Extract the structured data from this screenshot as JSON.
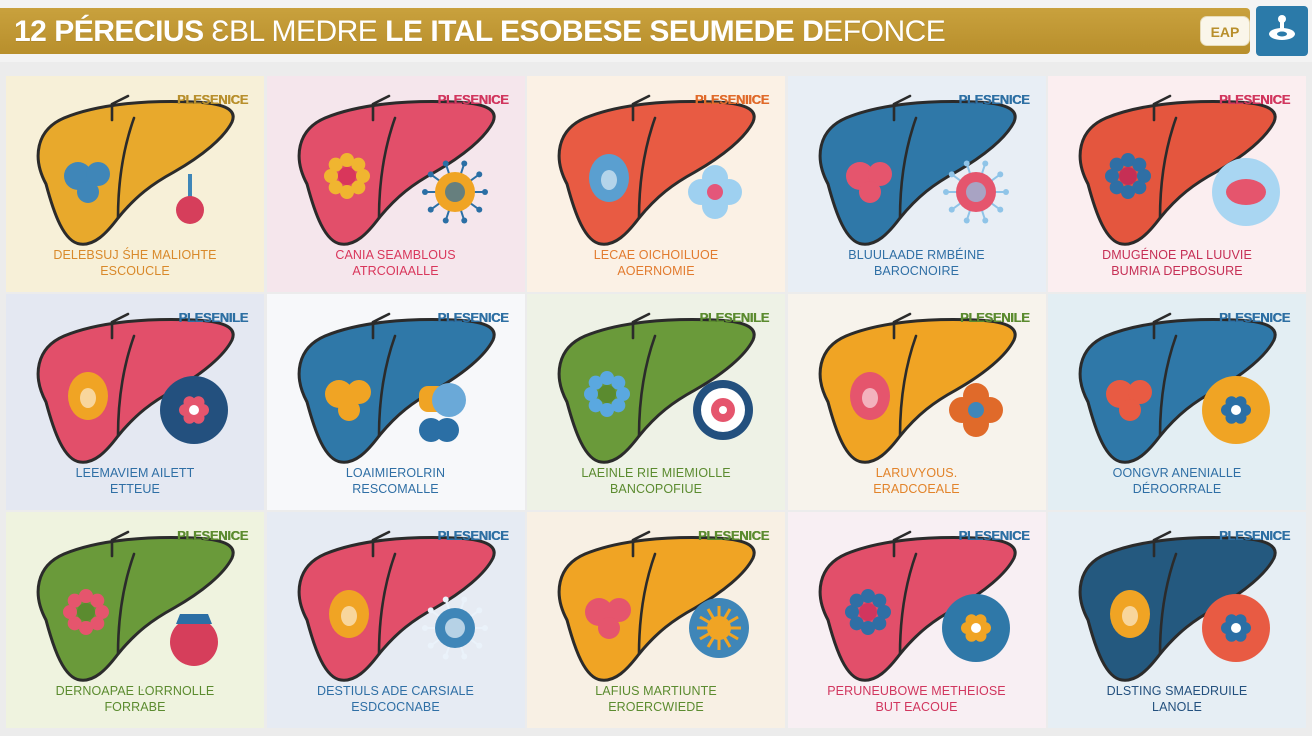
{
  "header": {
    "title_bold_1": "12 PÉRECIUS",
    "title_light_1": "ƐBL MEDRE",
    "title_bold_2": "LE ITAL ESOBESE SEUMEDE D",
    "title_light_2": "EFONCE",
    "badge_label": "EAP",
    "corner_icon": "pacifier-icon"
  },
  "cards": [
    {
      "tag": "PLESENICE",
      "line1": "DELEBSUJ ŚHE MALIOHTE",
      "line2": "ESCOUCLE",
      "bg": "#f7f0d8",
      "liver": "#e8a92c",
      "accent": "#d9892a",
      "tagcolor": "#b88f2c",
      "feature": "#3f86b8",
      "side": "balloon",
      "sidecolor": "#d63e5b",
      "sidecolor2": "#3f86b8"
    },
    {
      "tag": "PLESENICE",
      "line1": "CANIA SEAMBLOUS",
      "line2": "ATRCOIAALLE",
      "bg": "#f5e6ec",
      "liver": "#e24f6a",
      "accent": "#d9365b",
      "tagcolor": "#d1365e",
      "feature": "#f0b530",
      "side": "virus",
      "sidecolor": "#f0a424",
      "sidecolor2": "#2b6fa5"
    },
    {
      "tag": "PLESENIICE",
      "line1": "LECAE OICHOILUOE",
      "line2": "AOERNOMIE",
      "bg": "#fbf1e5",
      "liver": "#e85b43",
      "accent": "#e27b2e",
      "tagcolor": "#e06a2a",
      "feature": "#5a9fd0",
      "side": "flower",
      "sidecolor": "#e4567a",
      "sidecolor2": "#9ed0f0"
    },
    {
      "tag": "PLESENICE",
      "line1": "BLUULAADE RMBÉINE",
      "line2": "BAROCNOIRE",
      "bg": "#e8eef5",
      "liver": "#2f78a8",
      "accent": "#2f6fa5",
      "tagcolor": "#2d6fa3",
      "feature": "#e5556d",
      "side": "virus",
      "sidecolor": "#e5556d",
      "sidecolor2": "#8fc4e8"
    },
    {
      "tag": "PLESENICE",
      "line1": "DMUGÉNOE PAL LUUVIE",
      "line2": "BUMRIA DEPBOSURE",
      "bg": "#fbeef0",
      "liver": "#e4563e",
      "accent": "#c62f55",
      "tagcolor": "#d1365e",
      "feature": "#2f6fa5",
      "side": "cell",
      "sidecolor": "#a9d6f2",
      "sidecolor2": "#e5556d"
    },
    {
      "tag": "PLESENILE",
      "line1": "LEEMAVIEM AILETT",
      "line2": "ETTEUE",
      "bg": "#e4e8f2",
      "liver": "#e24f6a",
      "accent": "#2f6fa5",
      "tagcolor": "#2d6fa3",
      "feature": "#f0a424",
      "side": "disc",
      "sidecolor": "#23507e",
      "sidecolor2": "#e5556d"
    },
    {
      "tag": "PLESENICE",
      "line1": "LOAIMIEROLRIN",
      "line2": "RESCOMALLE",
      "bg": "#f7f8fa",
      "liver": "#2f78a8",
      "accent": "#2f6fa5",
      "tagcolor": "#2d6fa3",
      "feature": "#f0a424",
      "side": "pebbles",
      "sidecolor": "#f0a424",
      "sidecolor2": "#2b6fa5"
    },
    {
      "tag": "PLESENILE",
      "line1": "LAEINLE RIE MIEMIOLLE",
      "line2": "BANCOPOFIUE",
      "bg": "#eef2e6",
      "liver": "#6a9a3a",
      "accent": "#5b8b2f",
      "tagcolor": "#5b8b2f",
      "feature": "#5aa8e0",
      "side": "target",
      "sidecolor": "#23507e",
      "sidecolor2": "#e5556d"
    },
    {
      "tag": "PLESENILE",
      "line1": "LARUVYOUS.",
      "line2": "ERADCOEALE",
      "bg": "#f7f3ec",
      "liver": "#f0a424",
      "accent": "#e2832a",
      "tagcolor": "#5b8b2f",
      "feature": "#e5556d",
      "side": "flower",
      "sidecolor": "#3f86b8",
      "sidecolor2": "#e06a2a"
    },
    {
      "tag": "PLESENICE",
      "line1": "OONGVR ANENIALLE",
      "line2": "DÉROORRALE",
      "bg": "#e3eef3",
      "liver": "#2f78a8",
      "accent": "#2f6fa5",
      "tagcolor": "#2d6fa3",
      "feature": "#e85b43",
      "side": "disc",
      "sidecolor": "#f0a424",
      "sidecolor2": "#2b6fa5"
    },
    {
      "tag": "PLESENICE",
      "line1": "DERNOAPAE ĿORRNOLLE",
      "line2": "FORRABE",
      "bg": "#eff3df",
      "liver": "#6a9a3a",
      "accent": "#5b8b2f",
      "tagcolor": "#5b8b2f",
      "feature": "#e5556d",
      "side": "ball",
      "sidecolor": "#d63e5b",
      "sidecolor2": "#2b6fa5"
    },
    {
      "tag": "PLESENICE",
      "line1": "DESTIULS ADE CARSIALE",
      "line2": "ESDCOCNABE",
      "bg": "#e6ebf3",
      "liver": "#e24f6a",
      "accent": "#2f6fa5",
      "tagcolor": "#2d6fa3",
      "feature": "#f0a424",
      "side": "virus",
      "sidecolor": "#3f86b8",
      "sidecolor2": "#eaf2fa"
    },
    {
      "tag": "PLESENICE",
      "line1": "LAFIUS MARTIUNTE",
      "line2": "EROERCWIEDE",
      "bg": "#f8f0e4",
      "liver": "#f0a424",
      "accent": "#5b8b2f",
      "tagcolor": "#5b8b2f",
      "feature": "#e5556d",
      "side": "sun",
      "sidecolor": "#3f86b8",
      "sidecolor2": "#f0a424"
    },
    {
      "tag": "PLESENICE",
      "line1": "PERUNEUBOWE METHEIOSE",
      "line2": "BUT EACOUE",
      "bg": "#f8eff3",
      "liver": "#e24f6a",
      "accent": "#d1365e",
      "tagcolor": "#2d6fa3",
      "feature": "#2f6fa5",
      "side": "disc",
      "sidecolor": "#2f78a8",
      "sidecolor2": "#f0a424"
    },
    {
      "tag": "PLESENICE",
      "line1": "DLSTING SMAEDRUILE",
      "line2": "LANOLE",
      "bg": "#e6eef4",
      "liver": "#24597f",
      "accent": "#23507e",
      "tagcolor": "#2d6fa3",
      "feature": "#f0a424",
      "side": "disc",
      "sidecolor": "#e85b43",
      "sidecolor2": "#2b6fa5"
    }
  ]
}
